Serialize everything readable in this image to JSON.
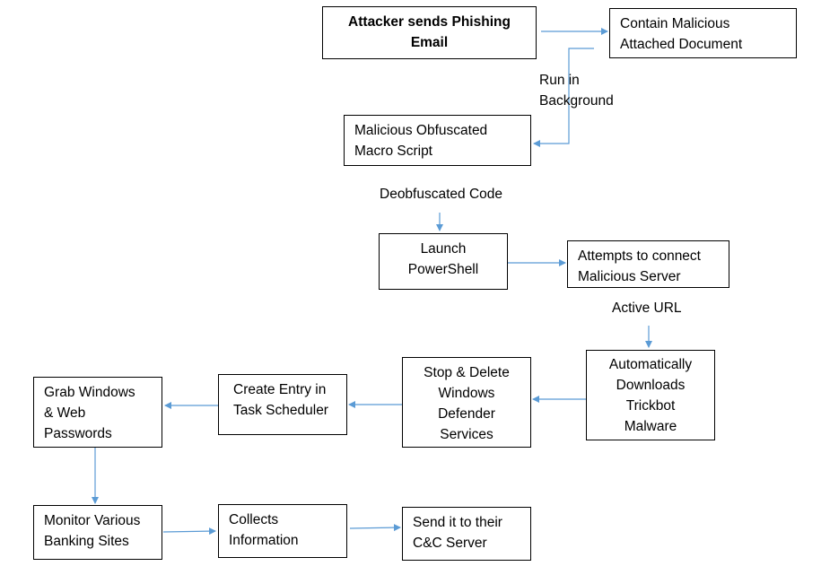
{
  "colors": {
    "arrow": "#5B9BD5",
    "border": "#000000",
    "background": "#FFFFFF"
  },
  "nodes": {
    "phishing_email": {
      "lines": [
        "Attacker sends Phishing",
        "Email"
      ]
    },
    "malicious_document": {
      "lines": [
        "Contain Malicious",
        "Attached Document"
      ]
    },
    "macro_script": {
      "lines": [
        "Malicious Obfuscated",
        "Macro Script"
      ]
    },
    "launch_powershell": {
      "lines": [
        "Launch",
        "PowerShell"
      ]
    },
    "connect_server": {
      "lines": [
        "Attempts to connect",
        "Malicious Server"
      ]
    },
    "download_trickbot": {
      "lines": [
        "Automatically",
        "Downloads",
        "Trickbot",
        "Malware"
      ]
    },
    "stop_defender": {
      "lines": [
        "Stop & Delete",
        "Windows",
        "Defender",
        "Services"
      ]
    },
    "task_scheduler": {
      "lines": [
        "Create Entry in",
        "Task Scheduler"
      ]
    },
    "grab_passwords": {
      "lines": [
        "Grab Windows",
        "& Web",
        "Passwords"
      ]
    },
    "monitor_banking": {
      "lines": [
        "Monitor Various",
        "Banking Sites"
      ]
    },
    "collect_info": {
      "lines": [
        "Collects",
        "Information"
      ]
    },
    "send_cc": {
      "lines": [
        "Send it to their",
        "C&C Server"
      ]
    }
  },
  "edge_labels": {
    "run_in_background": [
      "Run in",
      "Background"
    ],
    "deobfuscated_code": "Deobfuscated Code",
    "active_url": "Active URL"
  }
}
